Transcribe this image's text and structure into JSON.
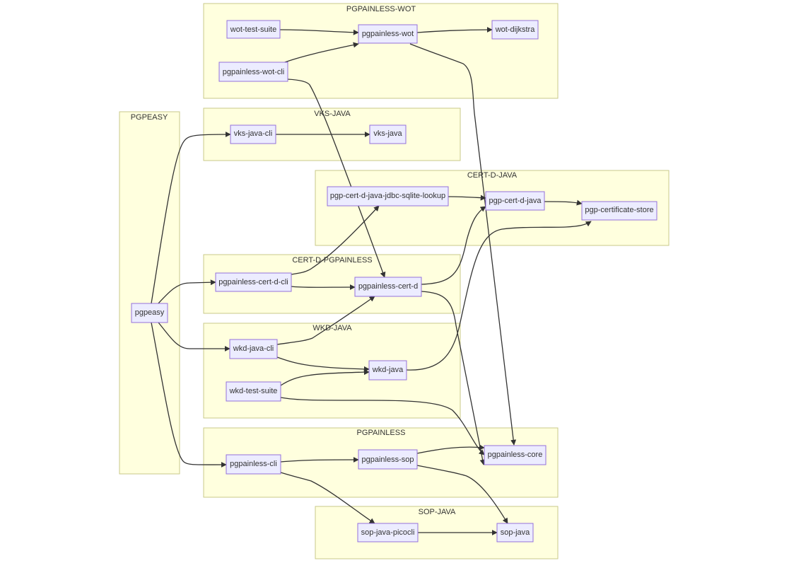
{
  "clusters": {
    "pgpainless_wot": "PGPAINLESS-WOT",
    "pgpeasy": "PGPEASY",
    "vks_java": "VKS-JAVA",
    "cert_d_java": "CERT-D-JAVA",
    "cert_d_pgpainless": "CERT-D-PGPAINLESS",
    "wkd_java": "WKD-JAVA",
    "pgpainless": "PGPAINLESS",
    "sop_java": "SOP-JAVA"
  },
  "nodes": {
    "wot_test_suite": "wot-test-suite",
    "pgpainless_wot": "pgpainless-wot",
    "wot_dijkstra": "wot-dijkstra",
    "pgpainless_wot_cli": "pgpainless-wot-cli",
    "vks_java_cli": "vks-java-cli",
    "vks_java": "vks-java",
    "pgp_cert_d_java_jdbc_sqlite_lookup": "pgp-cert-d-java-jdbc-sqlite-lookup",
    "pgp_cert_d_java": "pgp-cert-d-java",
    "pgp_certificate_store": "pgp-certificate-store",
    "pgpainless_cert_d_cli": "pgpainless-cert-d-cli",
    "pgpainless_cert_d": "pgpainless-cert-d",
    "pgpeasy": "pgpeasy",
    "wkd_java_cli": "wkd-java-cli",
    "wkd_java": "wkd-java",
    "wkd_test_suite": "wkd-test-suite",
    "pgpainless_core": "pgpainless-core",
    "pgpainless_cli": "pgpainless-cli",
    "pgpainless_sop": "pgpainless-sop",
    "sop_java_picocli": "sop-java-picocli",
    "sop_java": "sop-java"
  },
  "edges": [
    [
      "wot_test_suite",
      "pgpainless_wot"
    ],
    [
      "pgpainless_wot",
      "wot_dijkstra"
    ],
    [
      "pgpainless_wot_cli",
      "pgpainless_wot"
    ],
    [
      "pgpainless_wot",
      "pgpainless_core"
    ],
    [
      "pgpainless_wot_cli",
      "pgpainless_cert_d"
    ],
    [
      "pgpeasy",
      "vks_java_cli"
    ],
    [
      "vks_java_cli",
      "vks_java"
    ],
    [
      "pgp_cert_d_java_jdbc_sqlite_lookup",
      "pgp_cert_d_java"
    ],
    [
      "pgp_cert_d_java",
      "pgp_certificate_store"
    ],
    [
      "pgpeasy",
      "pgpainless_cert_d_cli"
    ],
    [
      "pgpainless_cert_d_cli",
      "pgp_cert_d_java_jdbc_sqlite_lookup"
    ],
    [
      "pgpainless_cert_d_cli",
      "pgpainless_cert_d"
    ],
    [
      "pgpainless_cert_d",
      "pgp_cert_d_java"
    ],
    [
      "pgpainless_cert_d",
      "pgpainless_core"
    ],
    [
      "pgpeasy",
      "wkd_java_cli"
    ],
    [
      "wkd_java_cli",
      "pgpainless_cert_d"
    ],
    [
      "wkd_java_cli",
      "wkd_java"
    ],
    [
      "wkd_test_suite",
      "wkd_java"
    ],
    [
      "wkd_java",
      "pgp_certificate_store"
    ],
    [
      "wkd_test_suite",
      "pgpainless_core"
    ],
    [
      "pgpeasy",
      "pgpainless_cli"
    ],
    [
      "pgpainless_cli",
      "pgpainless_sop"
    ],
    [
      "pgpainless_sop",
      "pgpainless_core"
    ],
    [
      "pgpainless_sop",
      "sop_java"
    ],
    [
      "pgpainless_cli",
      "sop_java_picocli"
    ],
    [
      "sop_java_picocli",
      "sop_java"
    ]
  ]
}
